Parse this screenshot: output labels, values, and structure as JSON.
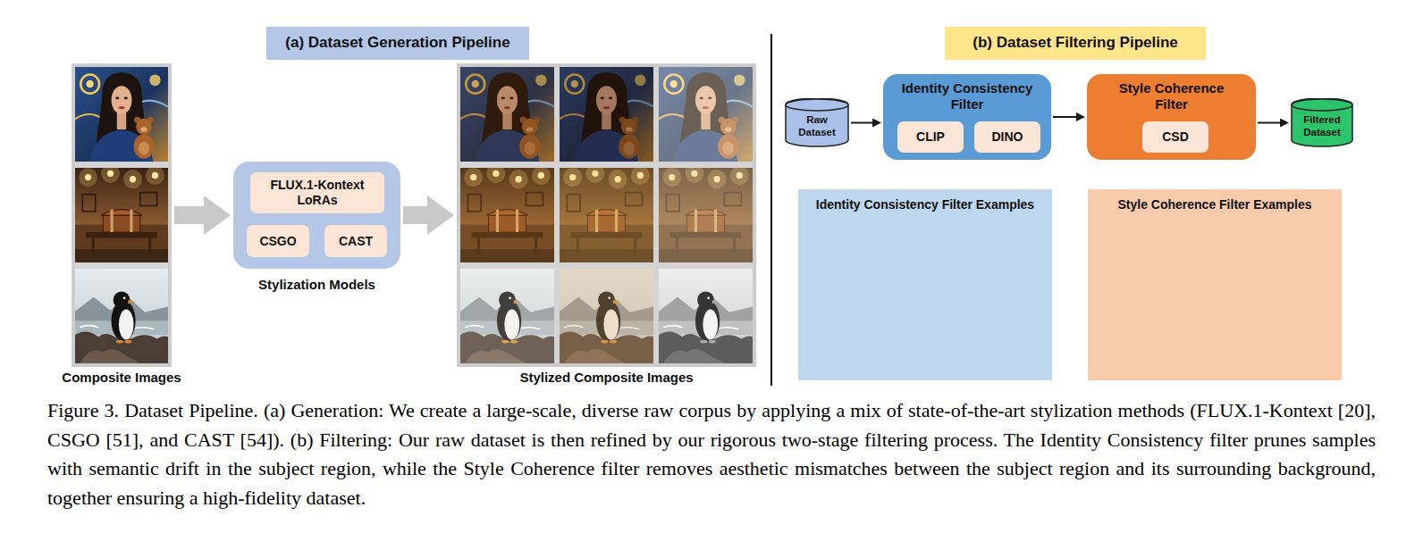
{
  "diagram": {
    "caption": "Figure 3. Dataset Pipeline. (a) Generation: We create a large-scale, diverse raw corpus by applying a mix of state-of-the-art stylization methods (FLUX.1-Kontext [20], CSGO [51], and CAST [54]). (b) Filtering: Our raw dataset is then refined by our rigorous two-stage filtering process. The Identity Consistency filter prunes samples with semantic drift in the subject region, while the Style Coherence filter removes aesthetic mismatches between the subject region and its surrounding background, together ensuring a high-fidelity dataset.",
    "nodes": [
      {
        "text": [
          "(a) Dataset Generation Pipeline"
        ]
      },
      {
        "text": [
          "Composite Images"
        ]
      },
      {
        "text": [
          "Stylization Models"
        ]
      },
      {
        "text": [
          "FLUX.1-Kontext LoRAs"
        ],
        "in": 2
      },
      {
        "text": [
          "CSGO"
        ],
        "in": 2
      },
      {
        "text": [
          "CAST"
        ],
        "in": 2
      },
      {
        "text": [
          "Stylized Composite Images"
        ]
      },
      {
        "text": [
          "(b) Dataset Filtering Pipeline"
        ]
      },
      {
        "text": [
          "Raw Dataset"
        ]
      },
      {
        "text": [
          "Identity Consistency Filter"
        ]
      },
      {
        "text": [
          "CLIP"
        ],
        "in": 9
      },
      {
        "text": [
          "DINO"
        ],
        "in": 9
      },
      {
        "text": [
          "Style Coherence Filter"
        ]
      },
      {
        "text": [
          "CSD"
        ],
        "in": 12
      },
      {
        "text": [
          "Filtered Dataset"
        ]
      },
      {
        "text": [
          "Identity Consistency Filter Examples"
        ]
      },
      {
        "text": [
          "Style Coherence Filter Examples"
        ]
      }
    ],
    "edges": [
      {
        "from": 1,
        "to": 2,
        "arrow": "to"
      },
      {
        "from": 2,
        "to": 6,
        "arrow": "to"
      },
      {
        "from": 8,
        "to": 9,
        "arrow": "to"
      },
      {
        "from": 9,
        "to": 12,
        "arrow": "to"
      },
      {
        "from": 12,
        "to": 14,
        "arrow": "to"
      }
    ]
  }
}
